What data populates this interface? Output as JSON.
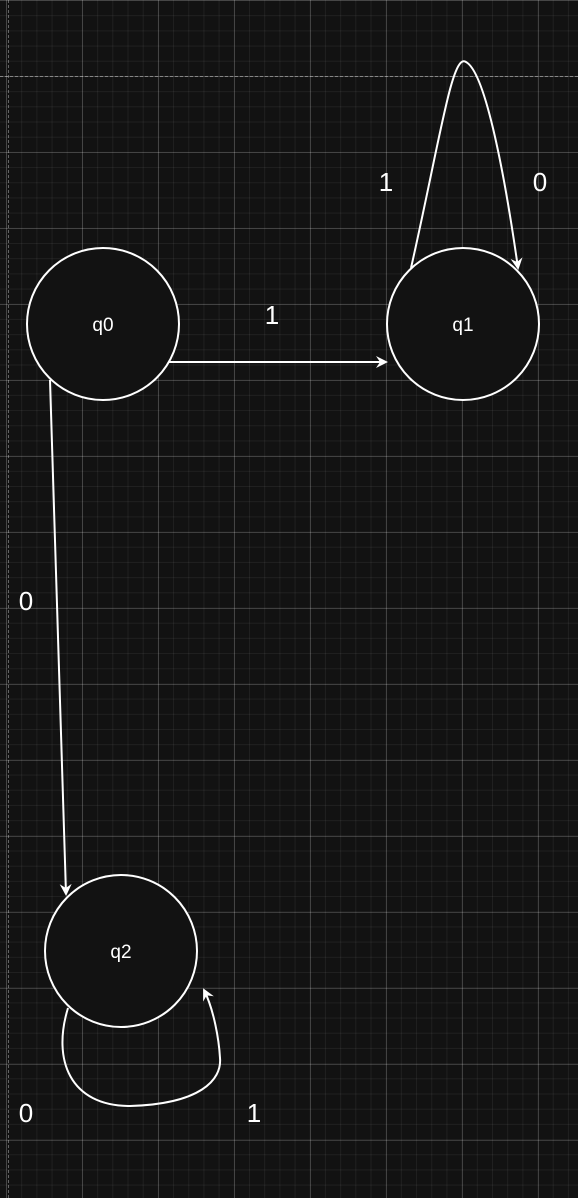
{
  "diagram": {
    "colors": {
      "background": "#121212",
      "stroke": "#ffffff",
      "state_fill": "#121212"
    },
    "states": {
      "q0": "q0",
      "q1": "q1",
      "q2": "q2"
    },
    "edges": {
      "q0_q1": "1",
      "q1_loop_left": "1",
      "q1_loop_right": "0",
      "q0_q2": "0",
      "q2_loop_left": "0",
      "q2_loop_right": "1"
    }
  }
}
